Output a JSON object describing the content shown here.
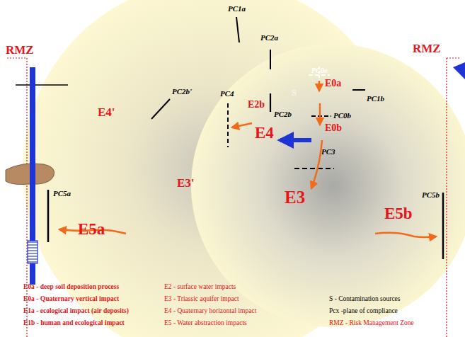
{
  "diagram": {
    "labels": [
      "RMZ",
      "RMZ",
      "PC1a",
      "PC2a",
      "PC0a",
      "PC1b",
      "S",
      "E0a",
      "PC0b",
      "E2b",
      "PC2b",
      "PC2b'",
      "PC4",
      "E0b",
      "E4",
      "PC3",
      "E4'",
      "E3'",
      "E3",
      "PC5a",
      "E5a",
      "PC5b",
      "E5b",
      "E0a - deep soil deposition process",
      "E0a - Quaternary vertical impact",
      "E1a - ecological impact (air deposits)",
      "E1b - human and ecological impact",
      "E2 - surface water impacts",
      "E3 - Triassic aquifer impact",
      "E4 - Quaternary horizontal impact",
      "E5 - Water abstraction impacts",
      "S - Contamination sources",
      "Pcx -plane of compliance",
      "RMZ - Risk Management Zone"
    ]
  }
}
